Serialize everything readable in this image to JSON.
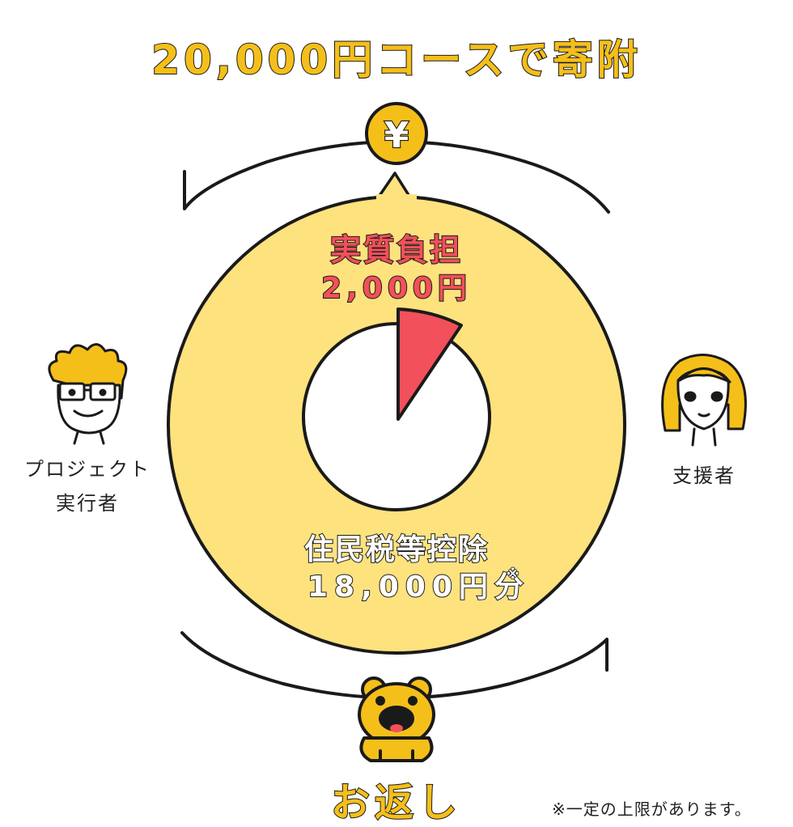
{
  "title": "20,000円コースで寄附",
  "yen_icon": {
    "glyph": "¥",
    "name": "yen-coin-icon"
  },
  "burden": {
    "label": "実質負担",
    "amount": "2,000円"
  },
  "tax": {
    "label": "住民税等控除",
    "amount": "18,000円分",
    "mark": "※"
  },
  "gift": {
    "label": "お返し"
  },
  "project_executor": {
    "line1": "プロジェクト",
    "line2": "実行者"
  },
  "supporter": {
    "label": "支援者"
  },
  "note": "※一定の上限があります。",
  "colors": {
    "accent_yellow": "#f5bf1a",
    "ring_yellow": "#fde27e",
    "burden_red": "#f2505a",
    "outline": "#1a1a1a"
  }
}
